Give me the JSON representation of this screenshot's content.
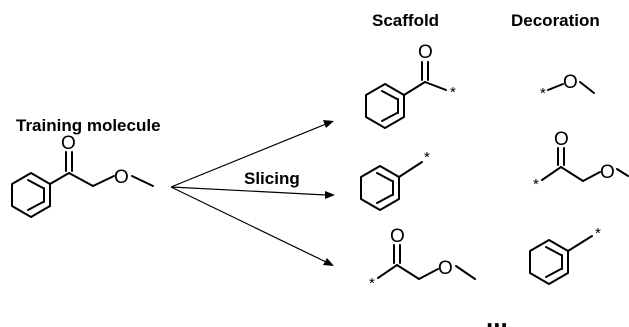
{
  "labels": {
    "training_molecule": "Training molecule",
    "slicing": "Slicing",
    "scaffold": "Scaffold",
    "decoration": "Decoration",
    "ellipsis": "..."
  },
  "atoms": {
    "oxygen": "O",
    "attachment": "*"
  }
}
